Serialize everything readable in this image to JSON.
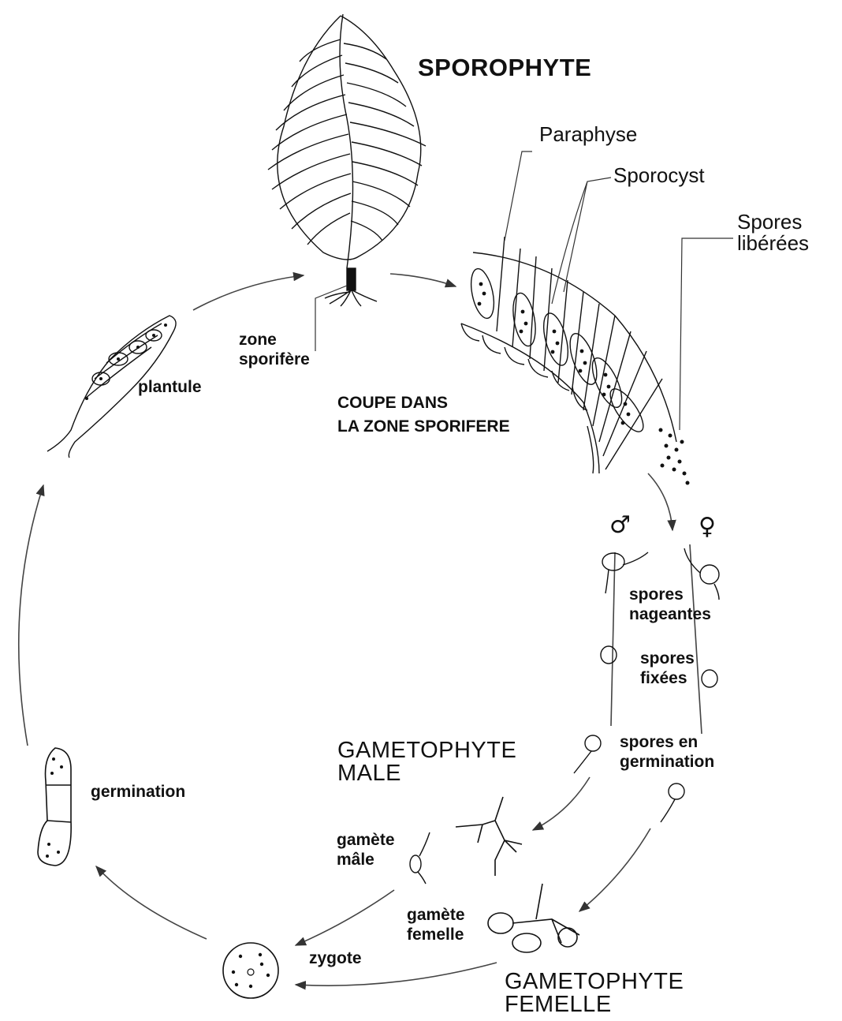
{
  "labels": {
    "sporophyte": "SPOROPHYTE",
    "paraphyse": "Paraphyse",
    "sporocyst": "Sporocyst",
    "spores_liberees": "Spores\nlibérées",
    "zone_sporifere": "zone\nsporifère",
    "coupe": "COUPE DANS\nLA ZONE SPORIFERE",
    "plantule": "plantule",
    "male_symbol": "♂",
    "female_symbol": "♀",
    "spores_nageantes": "spores\nnageantes",
    "spores_fixees": "spores\nfixées",
    "spores_germination": "spores en\ngermination",
    "gametophyte_male": "GAMETOPHYTE\nMALE",
    "gamete_male": "gamète\nmâle",
    "germination": "germination",
    "gamete_femelle": "gamète\nfemelle",
    "zygote": "zygote",
    "gametophyte_femelle": "GAMETOPHYTE\nFEMELLE"
  },
  "colors": {
    "ink": "#111111",
    "arrow": "#333333",
    "background": "#ffffff"
  }
}
